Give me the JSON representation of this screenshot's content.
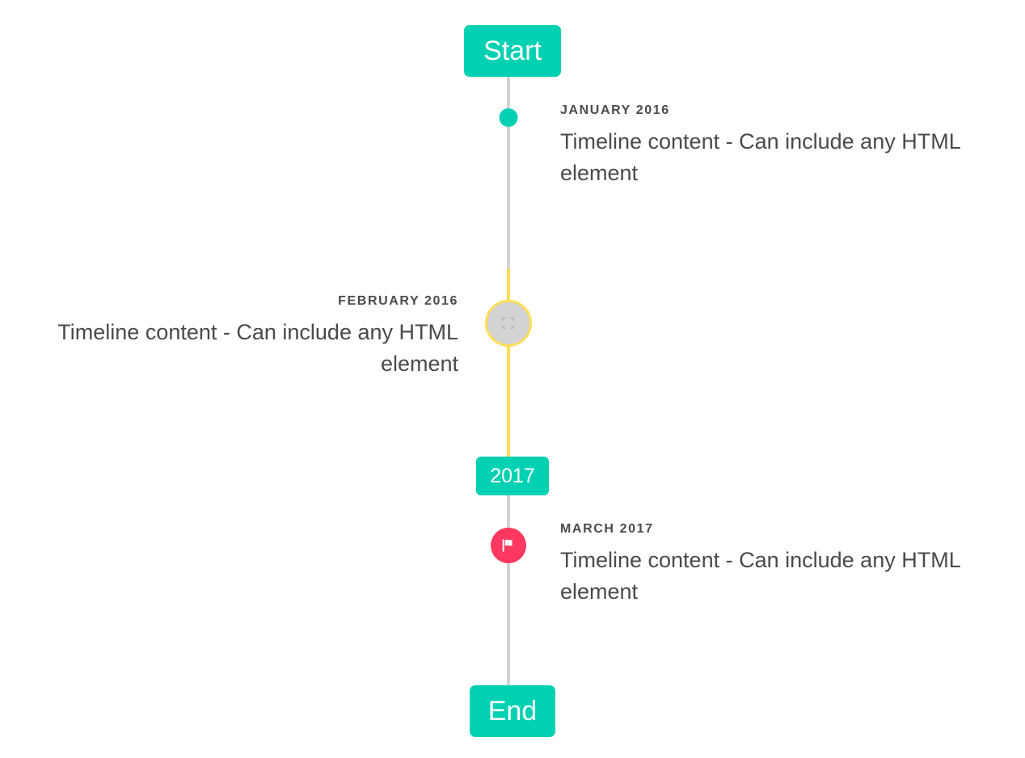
{
  "timeline": {
    "header": {
      "label": "Start",
      "color": "#00d1b2"
    },
    "footer": {
      "label": "End",
      "color": "#00d1b2"
    },
    "divider": {
      "label": "2017",
      "color": "#00d1b2"
    },
    "rail": {
      "default_color": "#d3d3d3",
      "active_color": "#ffdd57"
    },
    "items": [
      {
        "side": "right",
        "heading": "JANUARY 2016",
        "content": "Timeline content - Can include any HTML element",
        "marker": {
          "type": "dot",
          "icon": "teal-dot-icon",
          "color": "#00d1b2"
        }
      },
      {
        "side": "left",
        "heading": "FEBRUARY 2016",
        "content": "Timeline content - Can include any HTML element",
        "marker": {
          "type": "image",
          "icon": "broken-image-icon",
          "color": "#d3d3d3",
          "border_color": "#ffdd57"
        }
      },
      {
        "side": "right",
        "heading": "MARCH 2017",
        "content": "Timeline content - Can include any HTML element",
        "marker": {
          "type": "icon",
          "icon": "flag-icon",
          "color": "#ff3860"
        }
      }
    ]
  }
}
